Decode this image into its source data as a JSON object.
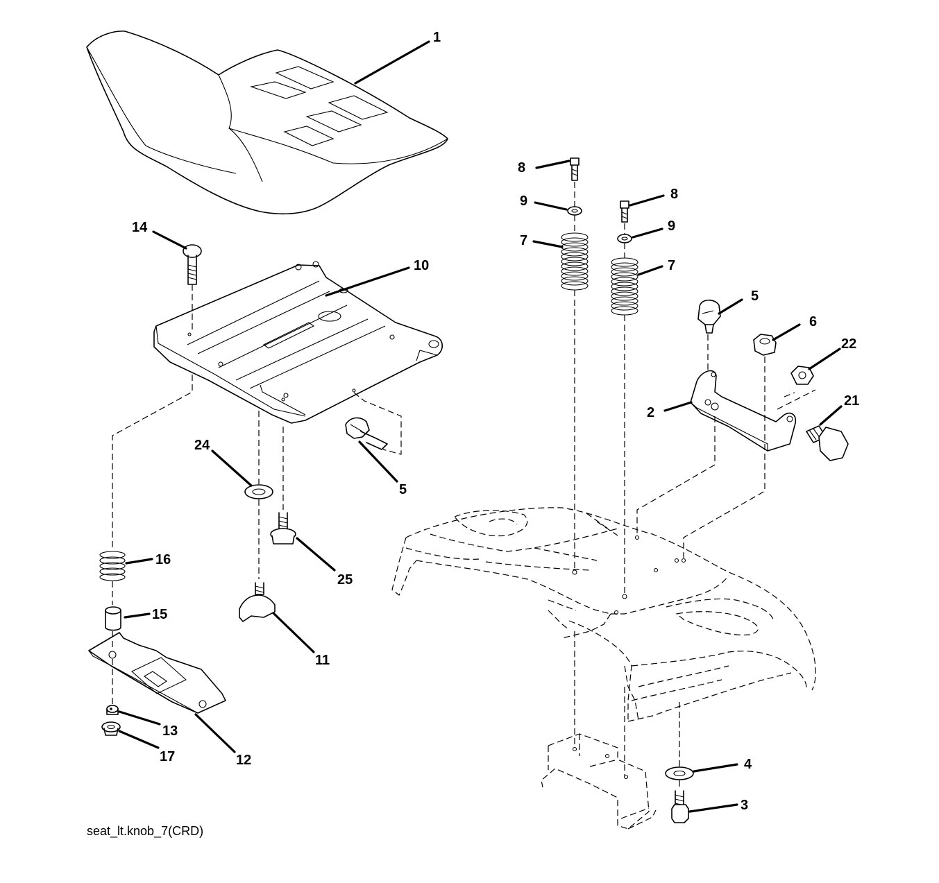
{
  "caption": "seat_lt.knob_7(CRD)",
  "callouts": [
    "1",
    "14",
    "10",
    "5",
    "24",
    "25",
    "16",
    "15",
    "11",
    "13",
    "17",
    "12",
    "8",
    "9",
    "7",
    "8",
    "9",
    "7",
    "5",
    "6",
    "22",
    "21",
    "2",
    "4",
    "3"
  ]
}
